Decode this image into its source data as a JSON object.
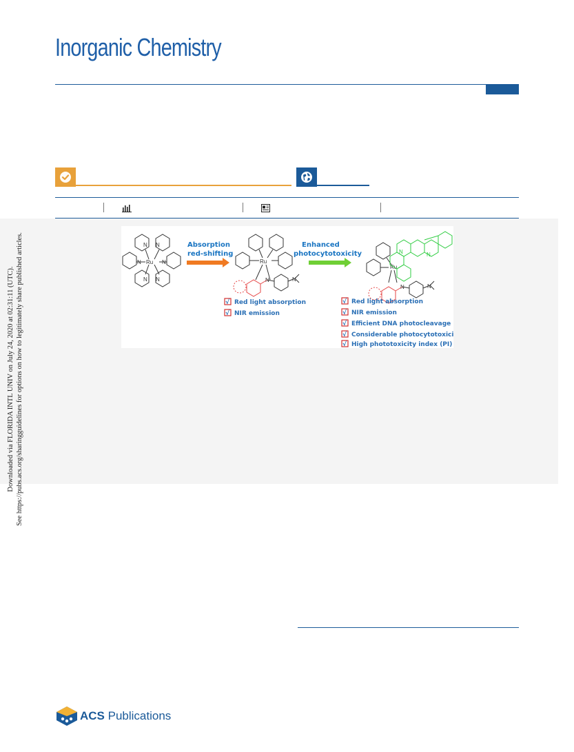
{
  "journal": {
    "title": "Inorganic Chemistry"
  },
  "icons": {
    "check": "check-circle-icon",
    "globe": "globe-icon",
    "metrics": "bar-chart-icon",
    "article": "article-icon"
  },
  "colors": {
    "brand_blue": "#1b5a99",
    "open_access_orange": "#e8a13a",
    "graphic_green": "#2ecc40",
    "graphic_red": "#e64646",
    "label_blue": "#1a75c2"
  },
  "side_notice": {
    "line1": "Downloaded via FLORIDA INTL UNIV on July 24, 2020 at 02:31:11 (UTC).",
    "line2": "See https://pubs.acs.org/sharingguidelines for options on how to legitimately share published articles."
  },
  "graphic": {
    "arrow1_line1": "Absorption",
    "arrow1_line2": "red-shifting",
    "arrow2_line1": "Enhanced",
    "arrow2_line2": "photocytotoxicity",
    "checklist_a": [
      "Red light absorption",
      "NIR emission"
    ],
    "checklist_b": [
      "Red light absorption",
      "NIR emission",
      "Efficient DNA photocleavage",
      "Considerable  photocytotoxicity",
      "High phototoxicity index (PI)"
    ],
    "check_glyph": "√",
    "atoms": {
      "metal": "Ru",
      "n": "N"
    }
  },
  "publisher": {
    "brand_bold": "ACS",
    "brand_rest": " Publications"
  }
}
